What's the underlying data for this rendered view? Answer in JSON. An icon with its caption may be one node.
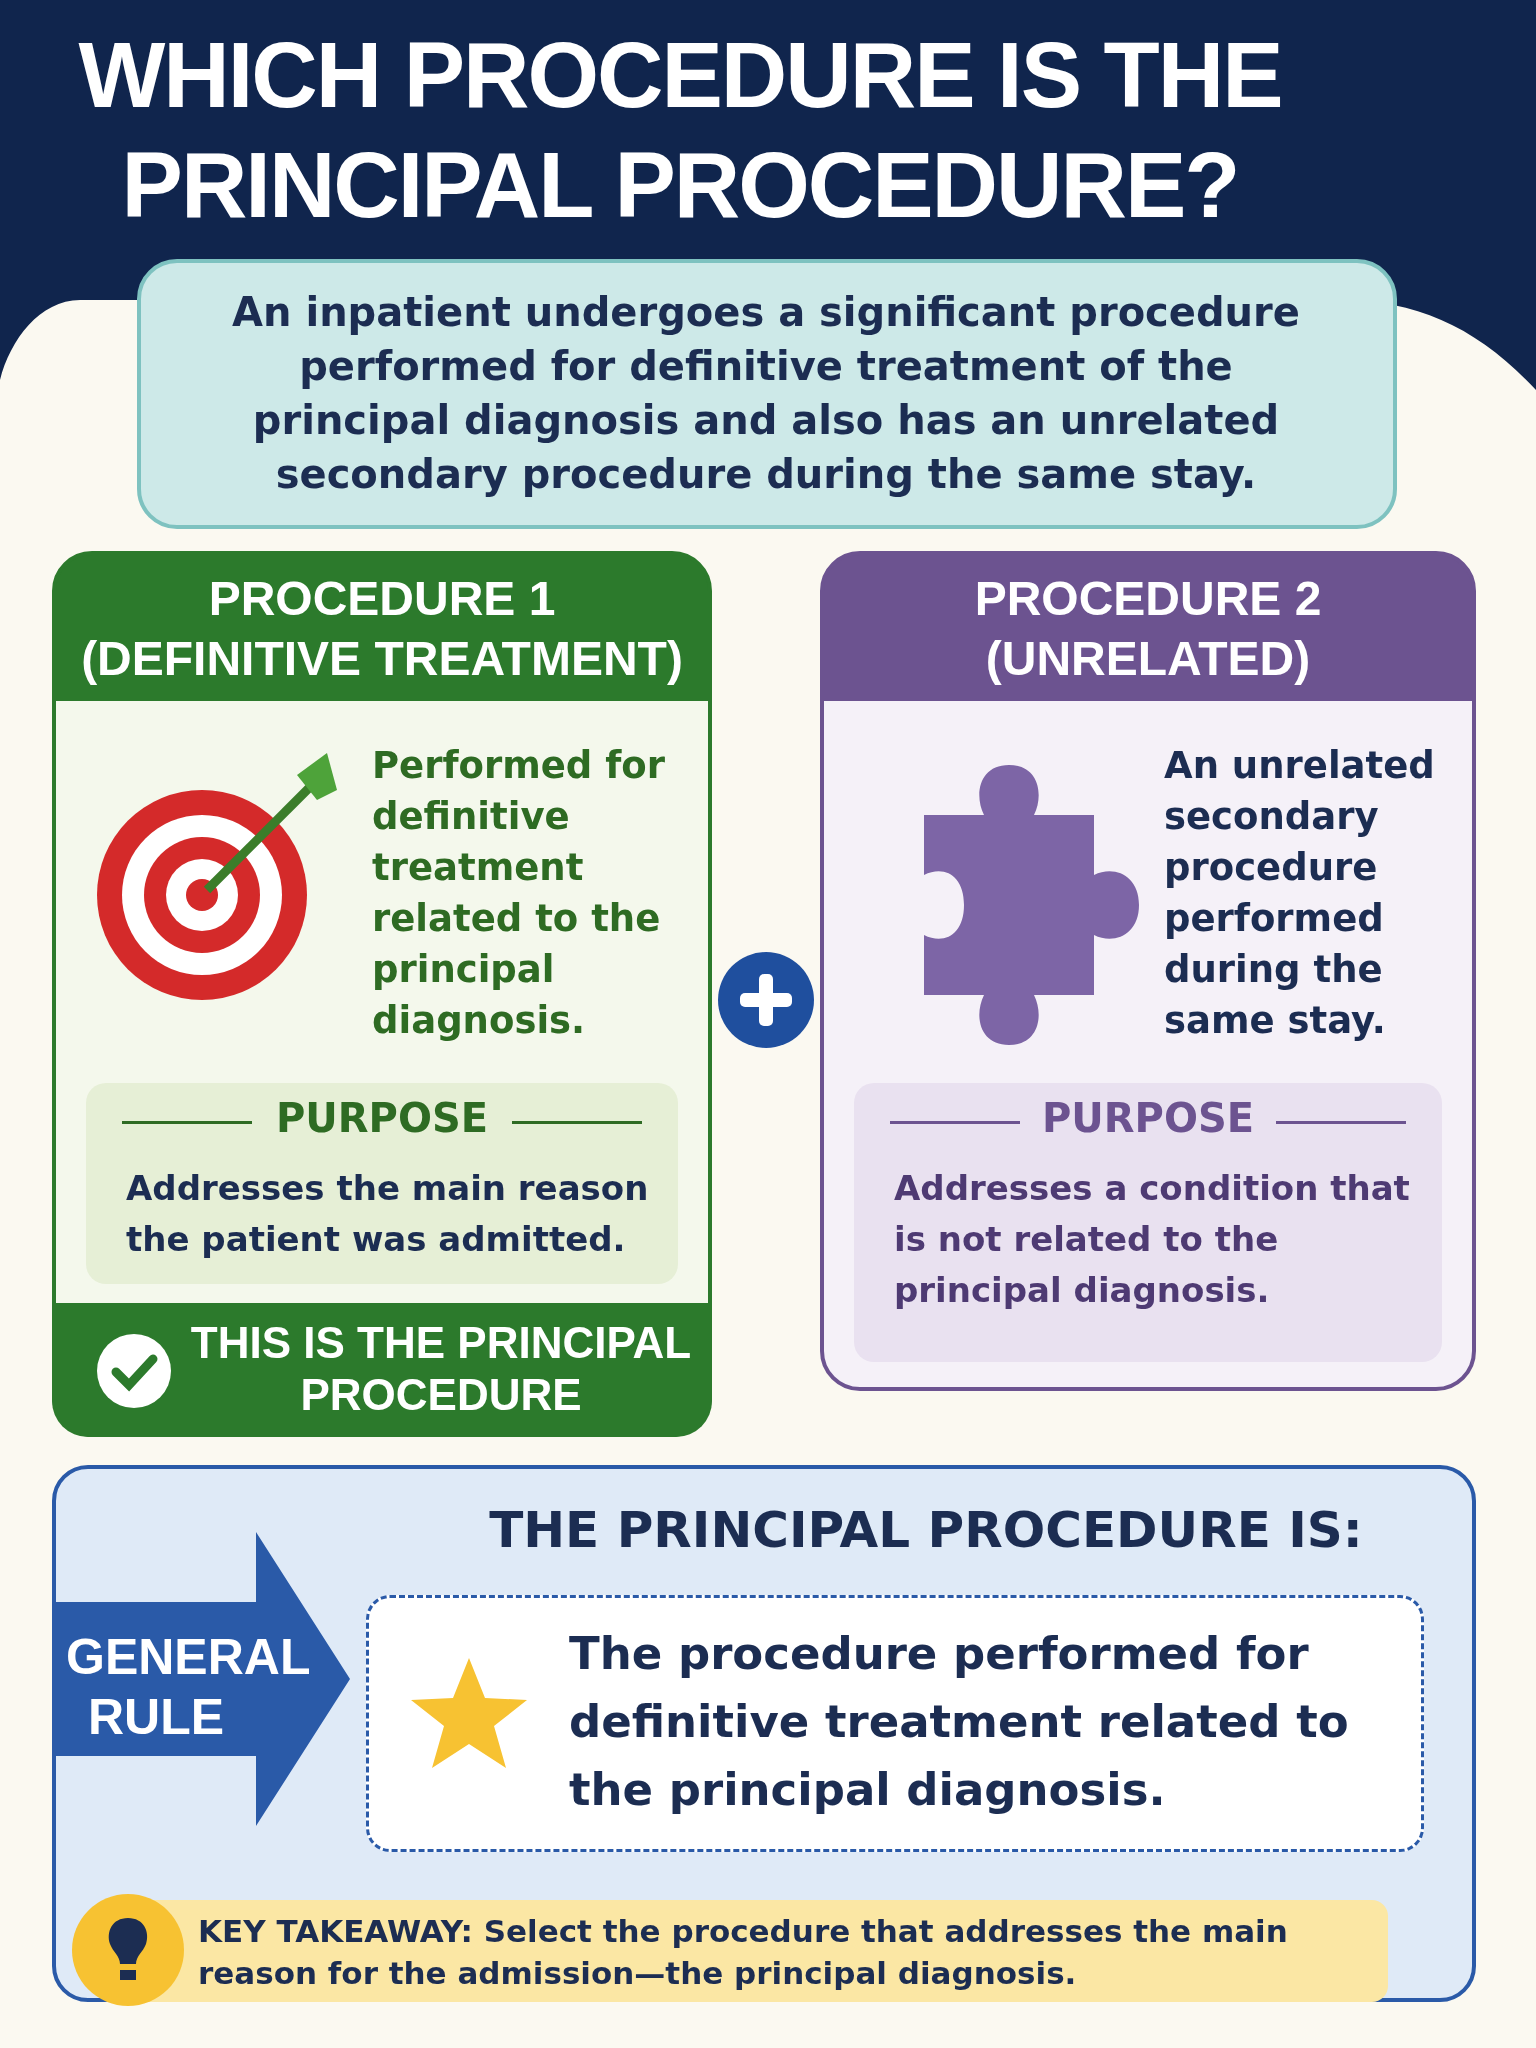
{
  "diagram": {
    "title": "WHICH PROCEDURE IS **THE PRINCIPAL PROCEDURE?**",
    "nodes": [
      {
        "text": [
          "An inpatient undergoes a significant procedure performed for definitive treatment of the principal diagnosis and also has an unrelated secondary procedure during the same stay."
        ]
      },
      {
        "text": [
          "PROCEDURE 1 (DEFINITIVE TREATMENT)",
          "Performed for definitive treatment related to the principal diagnosis."
        ]
      },
      {
        "text": [
          "PURPOSE",
          "Addresses the main reason the patient was admitted."
        ],
        "in": 1
      },
      {
        "text": [
          "THIS IS THE PRINCIPAL PROCEDURE"
        ],
        "in": 1
      },
      {
        "text": [
          "PROCEDURE 2 (UNRELATED)",
          "An unrelated secondary procedure performed during the same stay."
        ]
      },
      {
        "text": [
          "PURPOSE",
          "Addresses a condition that is not related to the principal diagnosis."
        ],
        "in": 4
      },
      {
        "text": [
          "THE PRINCIPAL PROCEDURE IS:"
        ]
      },
      {
        "text": [
          "GENERAL RULE"
        ],
        "in": 6
      },
      {
        "text": [
          "The procedure performed for **definitive treatment related to** the principal diagnosis."
        ],
        "in": 6
      },
      {
        "text": [
          "**KEY TAKEAWAY:** Select the procedure that addresses the main reason for the admission—the principal diagnosis."
        ],
        "in": 6
      }
    ]
  }
}
